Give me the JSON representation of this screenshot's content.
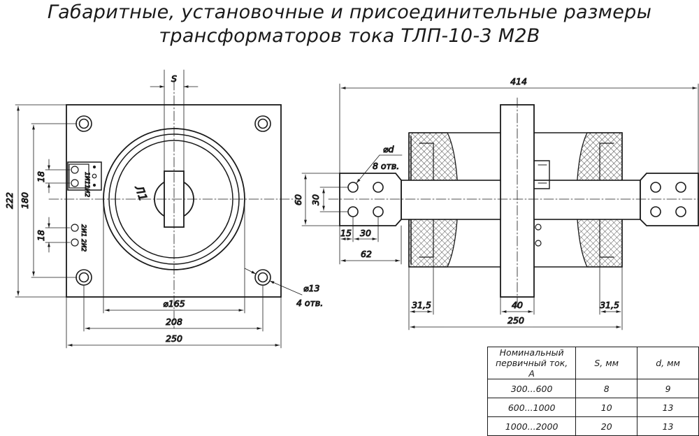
{
  "title": {
    "line1": "Габаритные, установочные и присоединительные размеры",
    "line2": "трансформаторов тока ТЛП-10-3 М2В"
  },
  "dimensions_left": {
    "s": "S",
    "h222": "222",
    "h180": "180",
    "h18a": "18",
    "h18b": "18",
    "d165": "⌀165",
    "w208": "208",
    "w250": "250",
    "hole_d": "⌀13",
    "hole_n": "4 отв.",
    "terms": [
      "1И1",
      "1И2",
      "2И1",
      "2И2"
    ],
    "mark": "Л1"
  },
  "dimensions_right": {
    "w414": "414",
    "d": "⌀d",
    "d_n": "8 отв.",
    "h60": "60",
    "h30": "30",
    "w15": "15",
    "w30": "30",
    "w62": "62",
    "w31a": "31,5",
    "w40": "40",
    "w31b": "31,5",
    "w250": "250"
  },
  "table": {
    "headers": [
      "Номинальный первичный ток, А",
      "S, мм",
      "d, мм"
    ],
    "rows": [
      [
        "300...600",
        "8",
        "9"
      ],
      [
        "600...1000",
        "10",
        "13"
      ],
      [
        "1000...2000",
        "20",
        "13"
      ]
    ]
  }
}
